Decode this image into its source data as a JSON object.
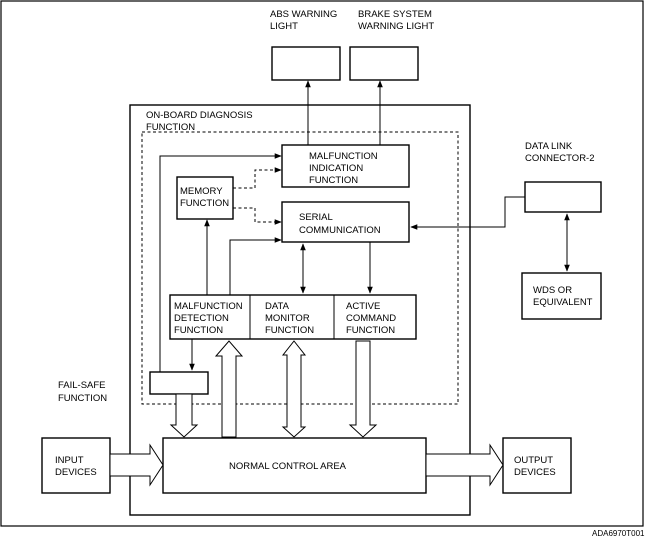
{
  "labels": {
    "abs_warning": [
      "ABS WARNING",
      "LIGHT"
    ],
    "brake_warning": [
      "BRAKE SYSTEM",
      "WARNING LIGHT"
    ],
    "obd": [
      "ON-BOARD DIAGNOSIS",
      "FUNCTION"
    ],
    "malfunction_indication": [
      "MALFUNCTION",
      "INDICATION",
      "FUNCTION"
    ],
    "memory": [
      "MEMORY",
      "FUNCTION"
    ],
    "serial": [
      "SERIAL",
      "COMMUNICATION"
    ],
    "data_link": [
      "DATA LINK",
      "CONNECTOR-2"
    ],
    "wds": [
      "WDS OR",
      "EQUIVALENT"
    ],
    "malfunction_detection": [
      "MALFUNCTION",
      "DETECTION",
      "FUNCTION"
    ],
    "data_monitor": [
      "DATA",
      "MONITOR",
      "FUNCTION"
    ],
    "active_command": [
      "ACTIVE",
      "COMMAND",
      "FUNCTION"
    ],
    "fail_safe": [
      "FAIL-SAFE",
      "FUNCTION"
    ],
    "input_devices": [
      "INPUT",
      "DEVICES"
    ],
    "normal_control": [
      "NORMAL CONTROL AREA"
    ],
    "output_devices": [
      "OUTPUT",
      "DEVICES"
    ],
    "figure_code": [
      "ADA6970T001"
    ]
  }
}
